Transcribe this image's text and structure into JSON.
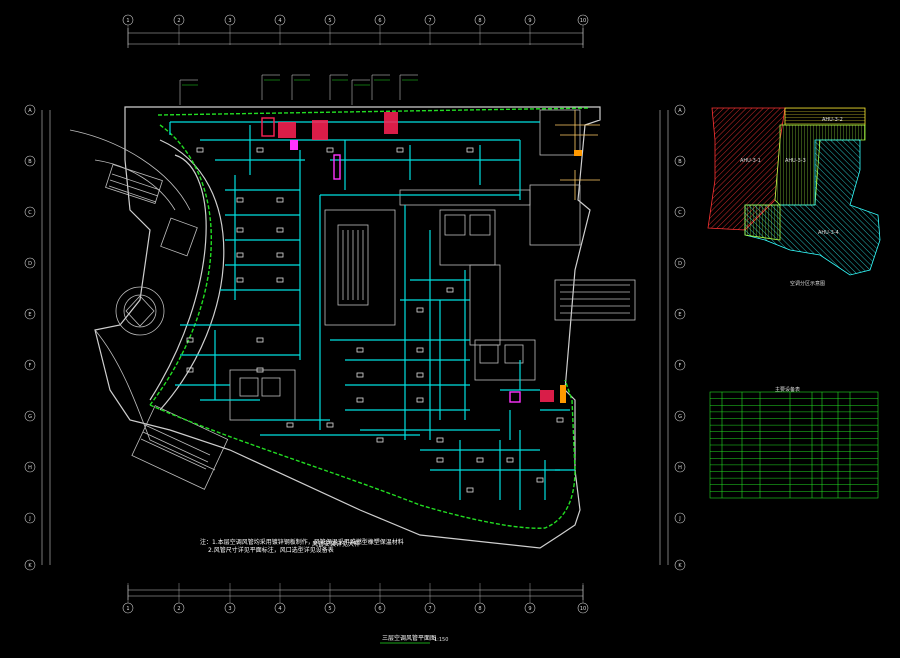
{
  "drawing": {
    "title": "三层空调风管平面图",
    "scale": "1:150",
    "note_line1": "注：1.本层空调风管均采用镀锌钢板制作，风管保温采用难燃型橡塑保温材料",
    "note_line2": "2.风管尺寸详见平面标注，风口选型详见设备表",
    "note_right": "风管安装详见大样"
  },
  "zoning": {
    "caption": "空调分区示意图",
    "zones": [
      "AHU-3-1",
      "AHU-3-2",
      "AHU-3-3",
      "AHU-3-4"
    ]
  },
  "grid": {
    "columns": [
      "1",
      "2",
      "3",
      "4",
      "5",
      "6",
      "7",
      "8",
      "9",
      "10"
    ],
    "rows": [
      "A",
      "B",
      "C",
      "D",
      "E",
      "F",
      "G",
      "H",
      "J",
      "K"
    ]
  },
  "equipment_table": {
    "title": "主要设备表",
    "rows": 16
  },
  "colors": {
    "background": "#000000",
    "duct": "#00e0e0",
    "wall": "#cfcfcf",
    "green_outline": "#22dd22",
    "equipment": "#ff2255",
    "dimension": "#c8c8c8"
  }
}
